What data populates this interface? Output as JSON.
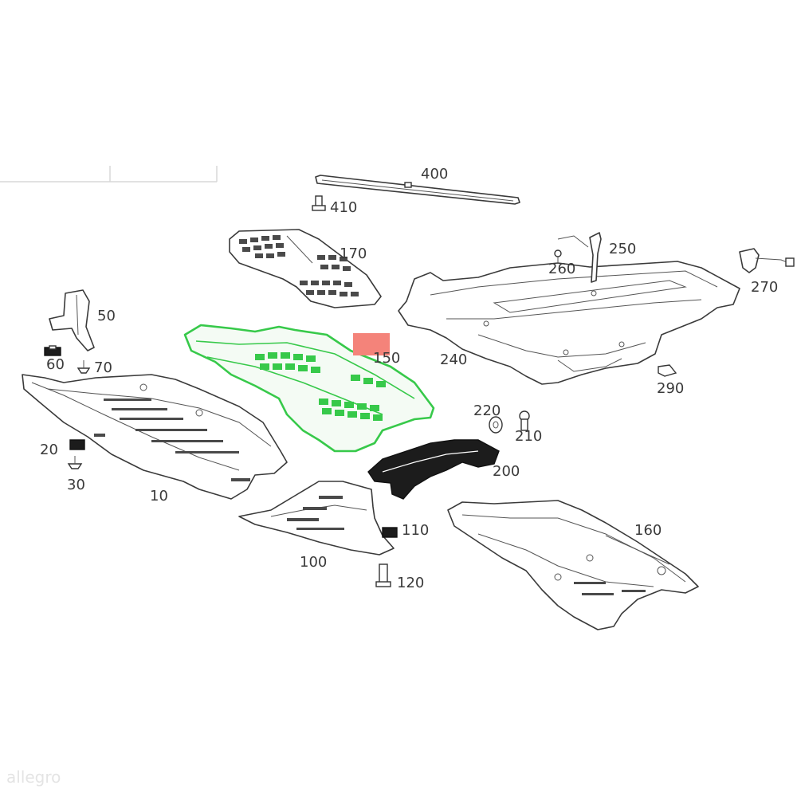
{
  "diagram": {
    "highlight_color": "#f4837a",
    "highlight_part": "150",
    "labels": {
      "l10": "10",
      "l20": "20",
      "l30": "30",
      "l50": "50",
      "l60": "60",
      "l70": "70",
      "l100": "100",
      "l110": "110",
      "l120": "120",
      "l150": "150",
      "l160": "160",
      "l170": "170",
      "l200": "200",
      "l210": "210",
      "l220": "220",
      "l240": "240",
      "l250": "250",
      "l260": "260",
      "l270": "270",
      "l290": "290",
      "l400": "400",
      "l410": "410"
    },
    "watermark": "allegro"
  }
}
